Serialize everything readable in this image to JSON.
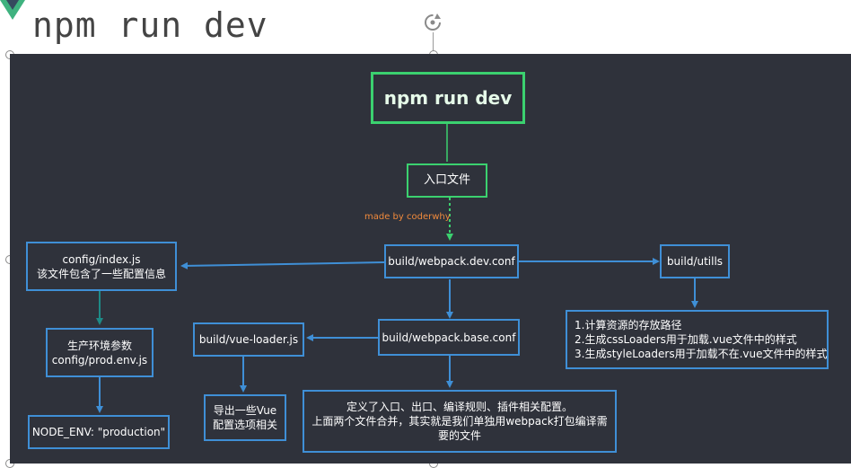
{
  "slide": {
    "title": "npm run dev"
  },
  "colors": {
    "canvas_bg": "#2f323b",
    "box_border_blue": "#3f8fd6",
    "box_border_green": "#3bd16f",
    "arrow_blue": "#3f8fd6",
    "arrow_green": "#3bd16f",
    "arrow_teal": "#1e8a86",
    "credit_text": "#f08a3c",
    "text": "#ffffff"
  },
  "diagram": {
    "root": "npm run dev",
    "entry": "入口文件",
    "credit": "made by coderwhy",
    "dev_conf": "build/webpack.dev.conf",
    "config_index": {
      "line1": "config/index.js",
      "line2": "该文件包含了一些配置信息"
    },
    "utils": "build/utills",
    "utils_notes": {
      "line1": "1.计算资源的存放路径",
      "line2": "2.生成cssLoaders用于加载.vue文件中的样式",
      "line3": "3.生成styleLoaders用于加载不在.vue文件中的样式"
    },
    "prod_env": {
      "line1": "生产环境参数",
      "line2": "config/prod.env.js"
    },
    "node_env": "NODE_ENV: \"production\"",
    "vue_loader": "build/vue-loader.js",
    "base_conf": "build/webpack.base.conf",
    "vue_options": {
      "line1": "导出一些Vue",
      "line2": "配置选项相关"
    },
    "base_notes": {
      "line1": "定义了入口、出口、编译规则、插件相关配置。",
      "line2": "上面两个文件合并，其实就是我们单独用webpack打包编译需",
      "line3": "要的文件"
    }
  }
}
